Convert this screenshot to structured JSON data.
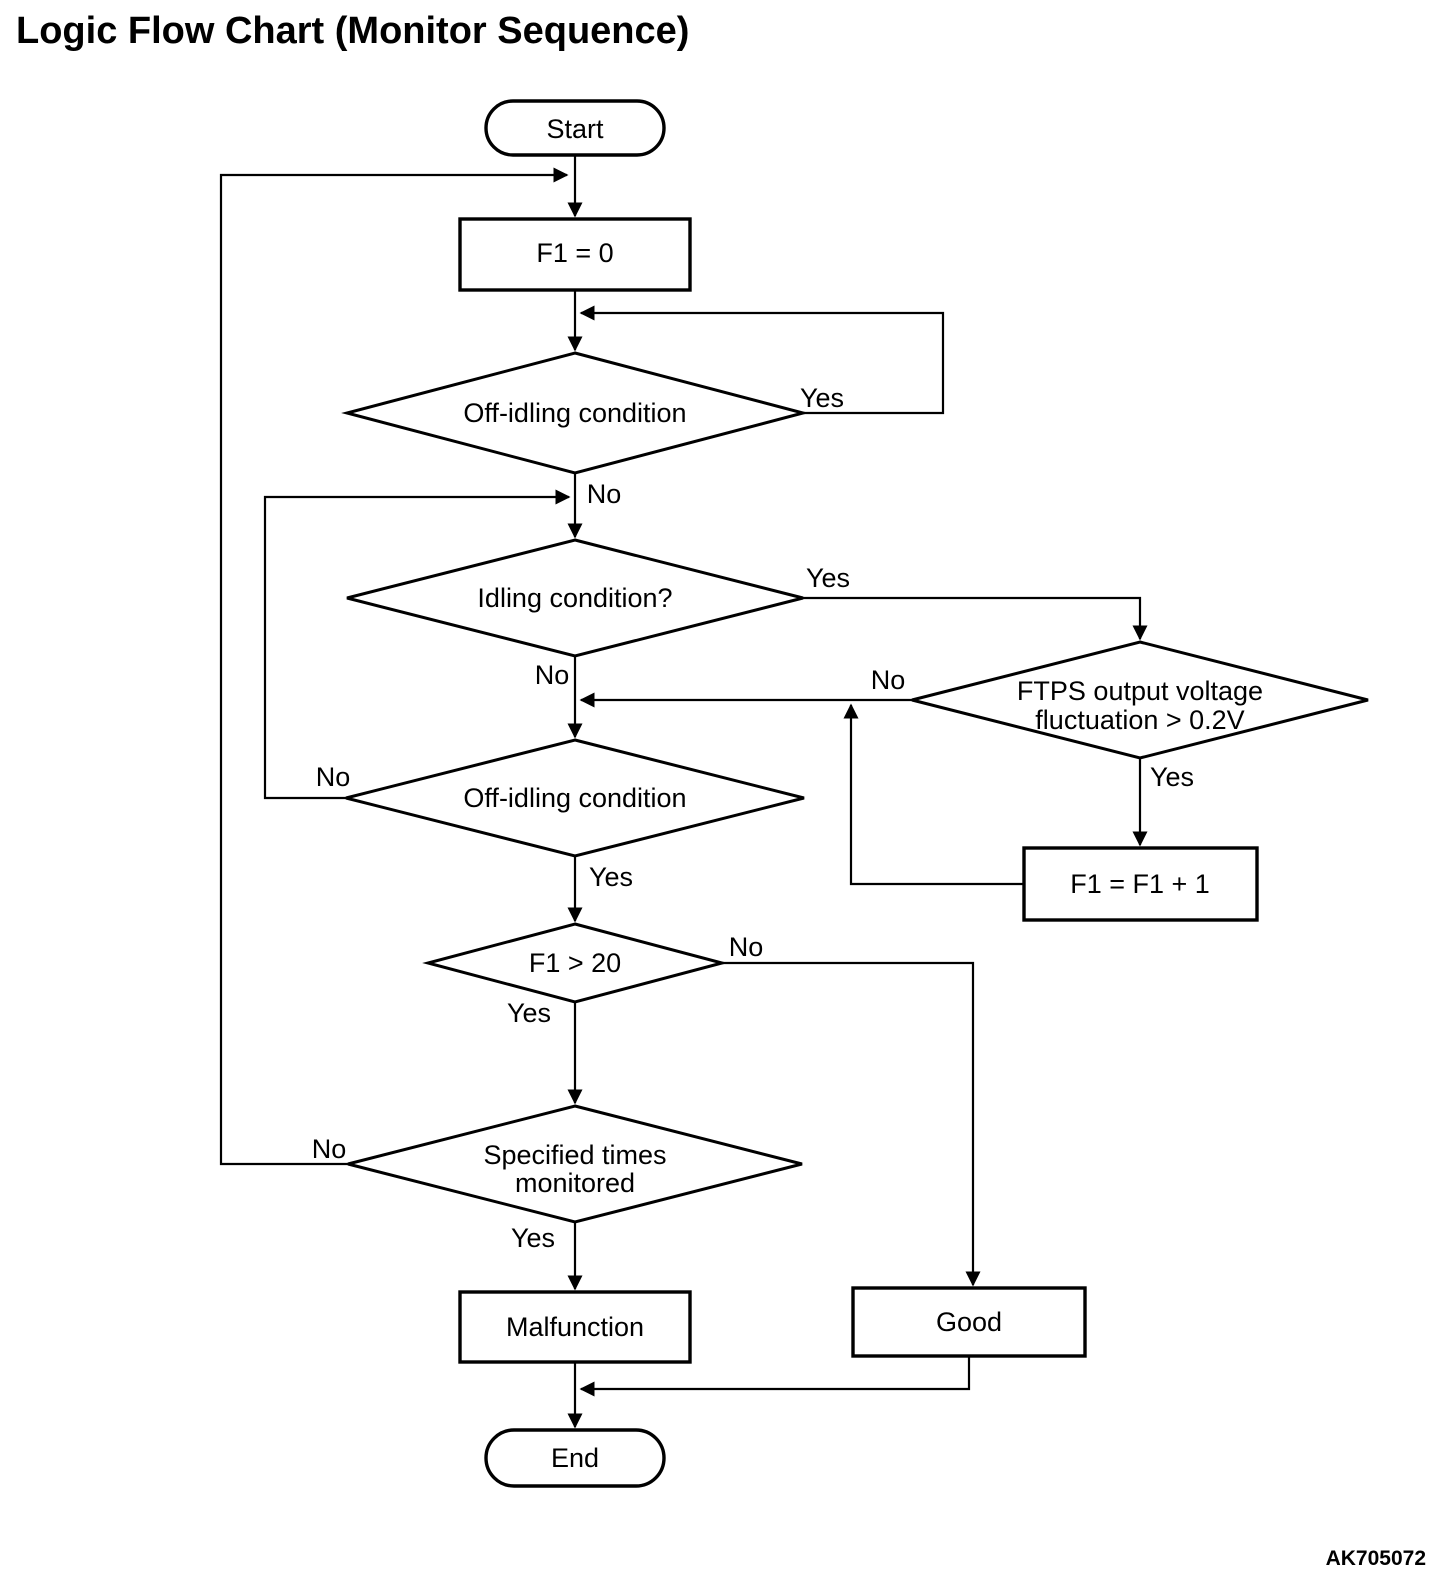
{
  "title": "Logic Flow Chart (Monitor Sequence)",
  "figure_code": "AK705072",
  "colors": {
    "ink": "#000000",
    "background": "#ffffff"
  },
  "diagram": {
    "type": "flowchart",
    "nodes": [
      {
        "id": "start",
        "shape": "terminator",
        "label": "Start"
      },
      {
        "id": "f1_eq_0",
        "shape": "process",
        "label": "F1 = 0"
      },
      {
        "id": "off_idling_1",
        "shape": "decision",
        "label": "Off-idling condition"
      },
      {
        "id": "idling",
        "shape": "decision",
        "label": "Idling condition?"
      },
      {
        "id": "ftps_fluctuation",
        "shape": "decision",
        "label": "FTPS output voltage fluctuation > 0.2V",
        "lines": [
          "FTPS output voltage",
          "fluctuation > 0.2V"
        ]
      },
      {
        "id": "f1_increment",
        "shape": "process",
        "label": "F1 = F1 + 1"
      },
      {
        "id": "off_idling_2",
        "shape": "decision",
        "label": "Off-idling condition"
      },
      {
        "id": "f1_gt_20",
        "shape": "decision",
        "label": "F1 > 20"
      },
      {
        "id": "specified_times",
        "shape": "decision",
        "label": "Specified times monitored",
        "lines": [
          "Specified times",
          "monitored"
        ]
      },
      {
        "id": "malfunction",
        "shape": "process",
        "label": "Malfunction"
      },
      {
        "id": "good",
        "shape": "process",
        "label": "Good"
      },
      {
        "id": "end",
        "shape": "terminator",
        "label": "End"
      }
    ],
    "edges": [
      {
        "from": "start",
        "to": "f1_eq_0",
        "label": ""
      },
      {
        "from": "f1_eq_0",
        "to": "off_idling_1",
        "label": ""
      },
      {
        "from": "off_idling_1",
        "to": "off_idling_1",
        "label": "Yes"
      },
      {
        "from": "off_idling_1",
        "to": "idling",
        "label": "No"
      },
      {
        "from": "idling",
        "to": "ftps_fluctuation",
        "label": "Yes"
      },
      {
        "from": "idling",
        "to": "off_idling_2",
        "label": "No"
      },
      {
        "from": "ftps_fluctuation",
        "to": "off_idling_2",
        "label": "No"
      },
      {
        "from": "ftps_fluctuation",
        "to": "f1_increment",
        "label": "Yes"
      },
      {
        "from": "f1_increment",
        "to": "off_idling_2",
        "label": ""
      },
      {
        "from": "off_idling_2",
        "to": "idling",
        "label": "No"
      },
      {
        "from": "off_idling_2",
        "to": "f1_gt_20",
        "label": "Yes"
      },
      {
        "from": "f1_gt_20",
        "to": "good",
        "label": "No"
      },
      {
        "from": "f1_gt_20",
        "to": "specified_times",
        "label": "Yes"
      },
      {
        "from": "specified_times",
        "to": "f1_eq_0",
        "label": "No"
      },
      {
        "from": "specified_times",
        "to": "malfunction",
        "label": "Yes"
      },
      {
        "from": "malfunction",
        "to": "end",
        "label": ""
      },
      {
        "from": "good",
        "to": "end",
        "label": ""
      }
    ]
  }
}
